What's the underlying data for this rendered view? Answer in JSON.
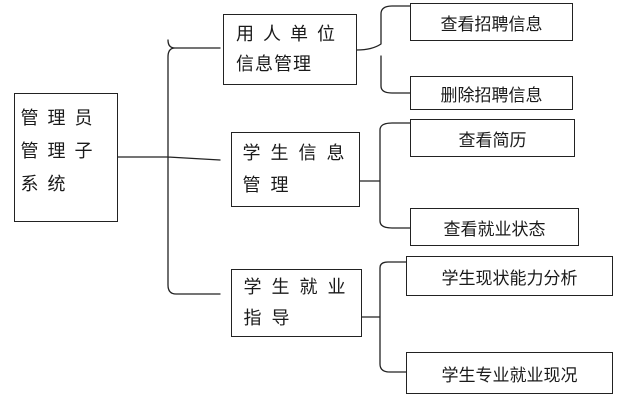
{
  "root": {
    "lines": [
      "管理员",
      "管理子",
      "系统"
    ]
  },
  "modules": [
    {
      "lines": [
        "用人单位",
        "信息管理"
      ],
      "leaves": [
        "查看招聘信息",
        "删除招聘信息"
      ]
    },
    {
      "lines": [
        "学生信息",
        "管理"
      ],
      "leaves": [
        "查看简历",
        "查看就业状态"
      ]
    },
    {
      "lines": [
        "学生就业",
        "指导"
      ],
      "leaves": [
        "学生现状能力分析",
        "学生专业就业现况"
      ]
    }
  ]
}
